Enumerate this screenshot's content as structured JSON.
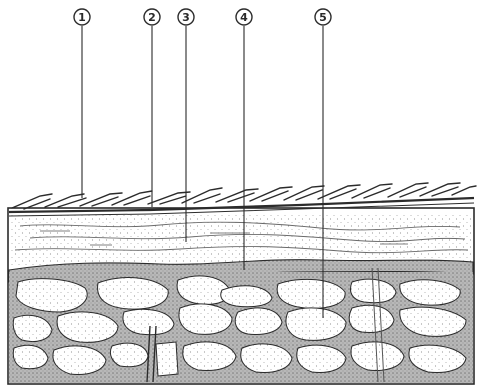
{
  "callouts": [
    {
      "label": "1"
    },
    {
      "label": "2"
    },
    {
      "label": "3"
    },
    {
      "label": "4"
    },
    {
      "label": "5"
    }
  ],
  "colors": {
    "ink": "#2b2b2b",
    "stipple": "#6a6a6a",
    "mortar": "#8a8a8a",
    "paper": "#ffffff",
    "stone_fill": "#f4f4f4"
  }
}
